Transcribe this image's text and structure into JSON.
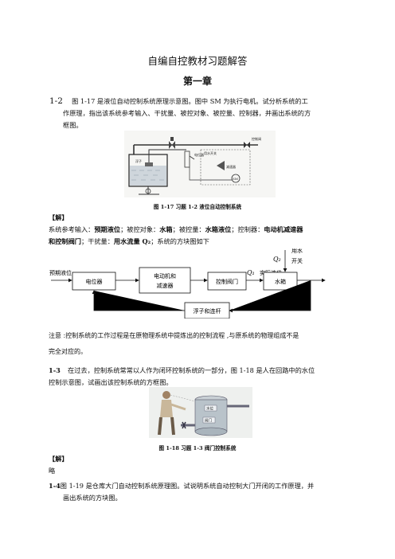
{
  "doc": {
    "title": "自编自控教材习题解答",
    "chapter": "第一章"
  },
  "q12": {
    "number": "1-2",
    "line1": "图 1-17  是液位自动控制系统原理示意图。图中 SM 为执行电机。试分析系统的工",
    "line2": "作原理，指出该系统参考输入、干扰量、被控对象、被控量、控制器，并画出系统的方",
    "line3": "框图。",
    "fig_caption": "图 1-17    习题 1-2  液位自动控制系统",
    "fig_labels": {
      "a": "浮子",
      "b": "电位器",
      "c": "用水开关",
      "d": "减速器",
      "e": "SM",
      "f": "控制阀"
    },
    "answer_header": "【解】",
    "ans_t1": "系统参考输入：",
    "ans_b1": "预期液位",
    "ans_t2": "；被控对象：",
    "ans_b2": "水箱",
    "ans_t3": "；被控量：",
    "ans_b3": "水箱液位",
    "ans_t4": "；控制器：",
    "ans_b4": "电动机减速器",
    "ans_b5": "和控制阀门",
    "ans_t5": "；干扰量：",
    "ans_b6": "用水流量 Q₂",
    "ans_t6": "；系统的方块图如下"
  },
  "block_diagram": {
    "input_label": "预期液位",
    "output_label": "实际液位",
    "disturbance_label_1": "用水",
    "disturbance_label_2": "开关",
    "q1": "Q₁",
    "q2": "Q₂",
    "blocks": [
      "电位器",
      "电动机和",
      "减速器",
      "控制阀门",
      "水箱",
      "浮子和连杆"
    ]
  },
  "note": {
    "line1": "注意 :控制系统的工作过程是在原物理系统中提炼出的控制流程 ,与原系统的物理组成不是",
    "line2": "完全对应的。"
  },
  "q13": {
    "number": "1-3",
    "line1": "在过去，控制系统常常以人作为闭环控制系统的一部分，图  1-18  是人在回路中的水位",
    "line2": "控制示意图，试画出该控制系统的方框图。",
    "fig_caption": "图 1-18    习题 1-3  阀门控制系统",
    "fig_labels": {
      "a": "水位",
      "b": "阀门"
    },
    "answer_header": "【解】",
    "answer": "略"
  },
  "q14": {
    "number": "1-4",
    "line1": "图 1-19 是仓库大门自动控制系统原理图。试说明系统自动控制大门开闭的工作原理，并",
    "line2": "画出系统的方块图。"
  }
}
